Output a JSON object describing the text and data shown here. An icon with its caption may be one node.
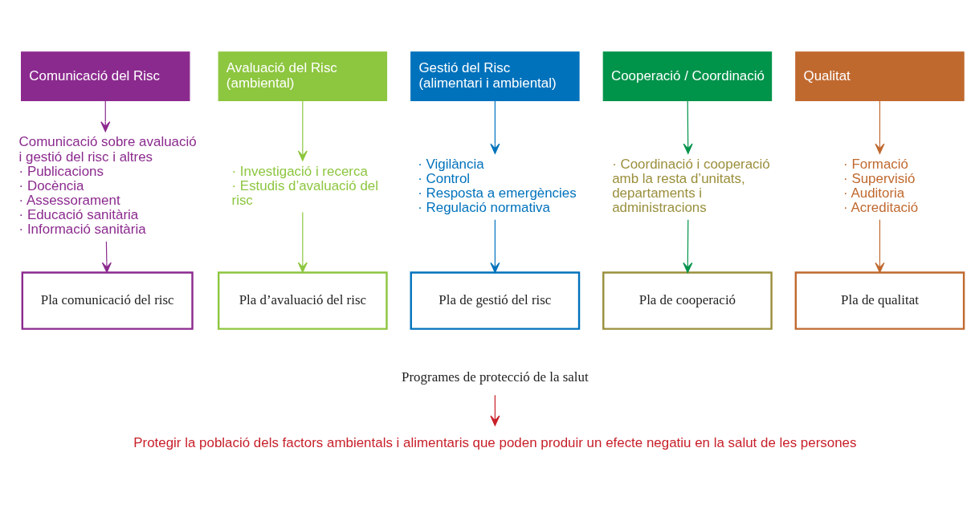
{
  "diagram": {
    "nodes": [
      {
        "text": [
          "Comunicació del Risc"
        ]
      },
      {
        "text": [
          "Avaluació del Risc (ambiental)"
        ]
      },
      {
        "text": [
          "Gestió del Risc (alimentari i ambiental)"
        ]
      },
      {
        "text": [
          "Cooperació / Coordinació"
        ]
      },
      {
        "text": [
          "Qualitat"
        ]
      },
      {
        "text": [
          "Comunicació sobre avaluació i gestió del risc i altres",
          "· Publicacions",
          "· Docència",
          "· Assessorament",
          "· Educació sanitària",
          "· Informació sanitària"
        ]
      },
      {
        "text": [
          "· Investigació i recerca",
          "· Estudis d’avaluació del risc"
        ]
      },
      {
        "text": [
          "· Vigilància",
          "· Control",
          "· Resposta a emergències",
          "· Regulació normativa"
        ]
      },
      {
        "text": [
          "· Coordinació i cooperació amb la resta d’unitats, departaments i administracions"
        ]
      },
      {
        "text": [
          "· Formació",
          "· Supervisió",
          "· Auditoria",
          "· Acreditació"
        ]
      },
      {
        "text": [
          "Pla comunicació del risc"
        ]
      },
      {
        "text": [
          "Pla d’avaluació del risc"
        ]
      },
      {
        "text": [
          "Pla de gestió del risc"
        ]
      },
      {
        "text": [
          "Pla de cooperació"
        ]
      },
      {
        "text": [
          "Pla de qualitat"
        ]
      },
      {
        "text": [
          "Programes de protecció de la salut"
        ]
      },
      {
        "text": [
          "Protegir la població dels factors ambientals i alimentaris que poden produir un efecte negatiu en la salut de les persones"
        ]
      }
    ],
    "edges": [
      {
        "from": 0,
        "to": 5,
        "arrow": "to",
        "color": "#8b2a8e"
      },
      {
        "from": 1,
        "to": 6,
        "arrow": "to",
        "color": "#8dc63f"
      },
      {
        "from": 2,
        "to": 7,
        "arrow": "to",
        "color": "#0072bc"
      },
      {
        "from": 3,
        "to": 8,
        "arrow": "to",
        "color": "#00934a"
      },
      {
        "from": 4,
        "to": 9,
        "arrow": "to",
        "color": "#c0692f"
      },
      {
        "from": 5,
        "to": 10,
        "arrow": "to",
        "color": "#8b2a8e"
      },
      {
        "from": 6,
        "to": 11,
        "arrow": "to",
        "color": "#8dc63f"
      },
      {
        "from": 7,
        "to": 12,
        "arrow": "to",
        "color": "#0072bc"
      },
      {
        "from": 8,
        "to": 13,
        "arrow": "to",
        "color": "#00934a"
      },
      {
        "from": 9,
        "to": 14,
        "arrow": "to",
        "color": "#c0692f"
      },
      {
        "from": 15,
        "to": 16,
        "arrow": "to",
        "color": "#c8202a"
      }
    ]
  }
}
